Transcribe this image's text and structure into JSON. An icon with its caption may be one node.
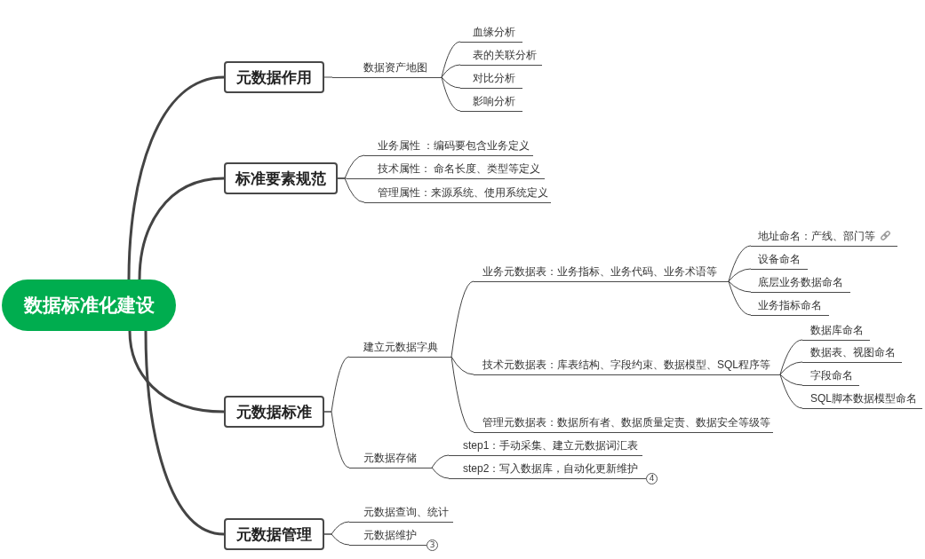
{
  "diagram": {
    "nodes": [
      {
        "text": [
          "数据标准化建设"
        ]
      },
      {
        "text": [
          "元数据作用"
        ]
      },
      {
        "text": [
          "数据资产地图"
        ]
      },
      {
        "text": [
          "血缘分析"
        ]
      },
      {
        "text": [
          "表的关联分析"
        ]
      },
      {
        "text": [
          "对比分析"
        ]
      },
      {
        "text": [
          "影响分析"
        ]
      },
      {
        "text": [
          "标准要素规范"
        ]
      },
      {
        "text": [
          "业务属性 ：编码要包含业务定义"
        ]
      },
      {
        "text": [
          "技术属性： 命名长度、类型等定义"
        ]
      },
      {
        "text": [
          "管理属性：来源系统、使用系统定义"
        ]
      },
      {
        "text": [
          "元数据标准"
        ]
      },
      {
        "text": [
          "建立元数据字典"
        ]
      },
      {
        "text": [
          "业务元数据表：业务指标、业务代码、业务术语等"
        ]
      },
      {
        "text": [
          "地址命名：产线、部门等"
        ]
      },
      {
        "text": [
          "设备命名"
        ]
      },
      {
        "text": [
          "底层业务数据命名"
        ]
      },
      {
        "text": [
          "业务指标命名"
        ]
      },
      {
        "text": [
          "技术元数据表：库表结构、字段约束、数据模型、SQL程序等"
        ]
      },
      {
        "text": [
          "数据库命名"
        ]
      },
      {
        "text": [
          "数据表、视图命名"
        ]
      },
      {
        "text": [
          "字段命名"
        ]
      },
      {
        "text": [
          "SQL脚本数据模型命名"
        ]
      },
      {
        "text": [
          "管理元数据表：数据所有者、数据质量定责、数据安全等级等"
        ]
      },
      {
        "text": [
          "元数据存储"
        ]
      },
      {
        "text": [
          "step1：手动采集、建立元数据词汇表"
        ]
      },
      {
        "text": [
          "step2：写入数据库，自动化更新维护"
        ],
        "beside": [
          "4"
        ]
      },
      {
        "text": [
          "元数据管理"
        ]
      },
      {
        "text": [
          "元数据查询、统计"
        ]
      },
      {
        "text": [
          "元数据维护"
        ],
        "beside": [
          "3"
        ]
      }
    ],
    "edges": [
      {
        "from": 0,
        "to": 1,
        "arrow": "none",
        "style": "thick"
      },
      {
        "from": 1,
        "to": 2,
        "arrow": "none"
      },
      {
        "from": 2,
        "to": 3,
        "arrow": "none"
      },
      {
        "from": 2,
        "to": 4,
        "arrow": "none"
      },
      {
        "from": 2,
        "to": 5,
        "arrow": "none"
      },
      {
        "from": 2,
        "to": 6,
        "arrow": "none"
      },
      {
        "from": 0,
        "to": 7,
        "arrow": "none",
        "style": "thick"
      },
      {
        "from": 7,
        "to": 8,
        "arrow": "none"
      },
      {
        "from": 7,
        "to": 9,
        "arrow": "none"
      },
      {
        "from": 7,
        "to": 10,
        "arrow": "none"
      },
      {
        "from": 0,
        "to": 11,
        "arrow": "none",
        "style": "thick"
      },
      {
        "from": 11,
        "to": 12,
        "arrow": "none"
      },
      {
        "from": 12,
        "to": 13,
        "arrow": "none"
      },
      {
        "from": 13,
        "to": 14,
        "arrow": "none"
      },
      {
        "from": 13,
        "to": 15,
        "arrow": "none"
      },
      {
        "from": 13,
        "to": 16,
        "arrow": "none"
      },
      {
        "from": 13,
        "to": 17,
        "arrow": "none"
      },
      {
        "from": 12,
        "to": 18,
        "arrow": "none"
      },
      {
        "from": 18,
        "to": 19,
        "arrow": "none"
      },
      {
        "from": 18,
        "to": 20,
        "arrow": "none"
      },
      {
        "from": 18,
        "to": 21,
        "arrow": "none"
      },
      {
        "from": 18,
        "to": 22,
        "arrow": "none"
      },
      {
        "from": 12,
        "to": 23,
        "arrow": "none"
      },
      {
        "from": 11,
        "to": 24,
        "arrow": "none"
      },
      {
        "from": 24,
        "to": 25,
        "arrow": "none"
      },
      {
        "from": 24,
        "to": 26,
        "arrow": "none"
      },
      {
        "from": 0,
        "to": 27,
        "arrow": "none",
        "style": "thick"
      },
      {
        "from": 27,
        "to": 28,
        "arrow": "none"
      },
      {
        "from": 27,
        "to": 29,
        "arrow": "none"
      }
    ]
  }
}
